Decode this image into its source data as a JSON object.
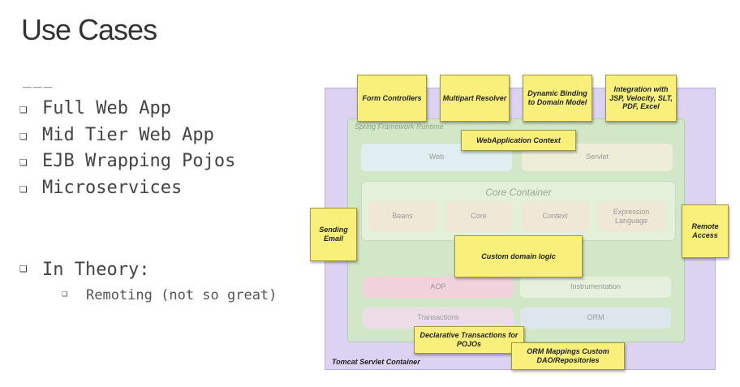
{
  "slide": {
    "title": "Use Cases",
    "rule": "___",
    "bullet_glyph": "❏",
    "bullets": [
      "Full Web App",
      "Mid Tier Web App",
      "EJB Wrapping Pojos",
      "Microservices"
    ],
    "theory": {
      "label": "In Theory:",
      "sub": "Remoting (not so great)"
    }
  },
  "diagram": {
    "container_label": "Tomcat Servlet Container",
    "framework_label": "Spring Framework Runtime",
    "core_container_label": "Core Container",
    "modules": {
      "web": "Web",
      "servlet": "Servlet",
      "beans": "Beans",
      "core": "Core",
      "context": "Context",
      "expression_language": "Expression Language",
      "aop": "AOP",
      "instrumentation": "Instrumentation",
      "transactions": "Transactions",
      "orm": "ORM"
    },
    "notes": {
      "form_controllers": "Form Controllers",
      "multipart_resolver": "Multipart Resolver",
      "dynamic_binding": "Dynamic Binding to Domain Model",
      "integration": "Integration with JSP, Velocity, SLT, PDF, Excel",
      "webapp_context": "WebApplication Context",
      "sending_email": "Sending Email",
      "remote_access": "Remote Access",
      "custom_domain": "Custom domain logic",
      "declarative_tx": "Declarative Transactions for POJOs",
      "orm_mappings": "ORM Mappings Custom DAO/Repositories"
    },
    "colors": {
      "tomcat": "#dcd3f2",
      "spring": "#d2e6c8",
      "sticky": "#f8f07a",
      "web": "#dfeef0",
      "servlet": "#eeeed8",
      "core_modules": "#efe8d6",
      "aop": "#f1d2dc",
      "instrumentation": "#e6f0dc",
      "transactions": "#ecdde8",
      "orm": "#dde6ec"
    }
  }
}
